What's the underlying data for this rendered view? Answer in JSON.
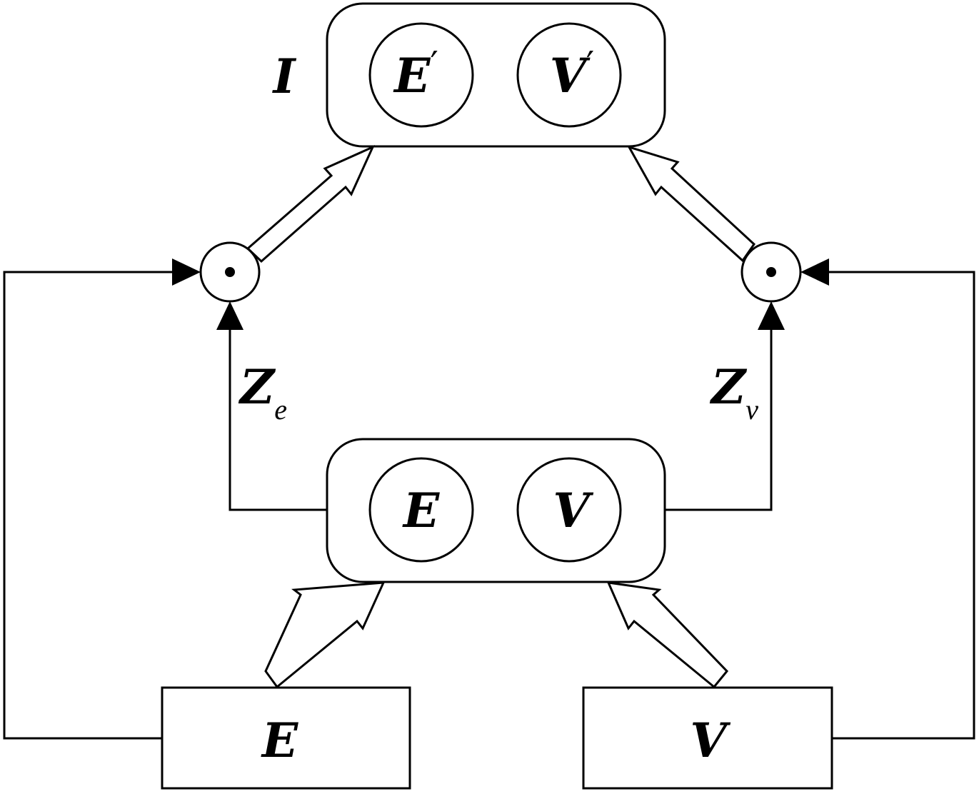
{
  "diagram": {
    "top_group": {
      "label": "I",
      "nodes": [
        {
          "main": "E",
          "prime": "′"
        },
        {
          "main": "V",
          "prime": "′"
        }
      ]
    },
    "middle_group": {
      "nodes": [
        {
          "main": "E"
        },
        {
          "main": "V"
        }
      ]
    },
    "inputs": [
      {
        "label": "E"
      },
      {
        "label": "V"
      }
    ],
    "operators": [
      {
        "symbol": "⊙",
        "name": "elementwise-product"
      },
      {
        "symbol": "⊙",
        "name": "elementwise-product"
      }
    ],
    "edge_labels": {
      "left": {
        "main": "Z",
        "sub": "e"
      },
      "right": {
        "main": "Z",
        "sub": "v"
      }
    }
  }
}
